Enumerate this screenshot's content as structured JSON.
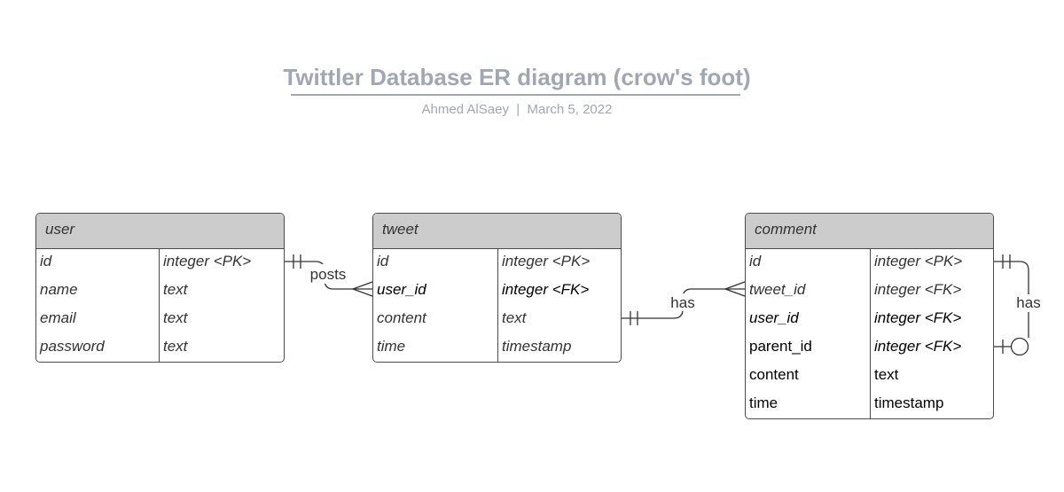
{
  "header": {
    "title": "Twittler Database ER diagram (crow's foot)",
    "author": "Ahmed AlSaey",
    "separator": "|",
    "date": "March 5, 2022"
  },
  "entities": [
    {
      "name": "user",
      "rows": [
        {
          "field": "id",
          "type": "integer <PK>"
        },
        {
          "field": "name",
          "type": "text"
        },
        {
          "field": "email",
          "type": "text"
        },
        {
          "field": "password",
          "type": "text"
        }
      ]
    },
    {
      "name": "tweet",
      "rows": [
        {
          "field": "id",
          "type": "integer <PK>"
        },
        {
          "field": "user_id",
          "type": "integer <FK>"
        },
        {
          "field": "content",
          "type": "text"
        },
        {
          "field": "time",
          "type": "timestamp"
        }
      ]
    },
    {
      "name": "comment",
      "rows": [
        {
          "field": "id",
          "type": "integer <PK>"
        },
        {
          "field": "tweet_id",
          "type": "integer <FK>"
        },
        {
          "field": "user_id",
          "type": "integer <FK>"
        },
        {
          "field": "parent_id",
          "type": "integer <FK>"
        },
        {
          "field": "content",
          "type": "text"
        },
        {
          "field": "time",
          "type": "timestamp"
        }
      ]
    }
  ],
  "relationships": [
    {
      "label": "posts",
      "from": "user.id",
      "to": "tweet.user_id",
      "from_cardinality": "one-and-only-one",
      "to_cardinality": "many"
    },
    {
      "label": "has",
      "from": "tweet.content",
      "to": "comment.tweet_id",
      "from_cardinality": "one-and-only-one",
      "to_cardinality": "many"
    },
    {
      "label": "has",
      "from": "comment.id",
      "to": "comment.parent_id",
      "from_cardinality": "one-and-only-one",
      "to_cardinality": "zero-or-one"
    }
  ],
  "colors": {
    "title": "#a1a7b2",
    "header_fill": "#cccccc",
    "border": "#4a4a4a",
    "line": "#333333"
  }
}
